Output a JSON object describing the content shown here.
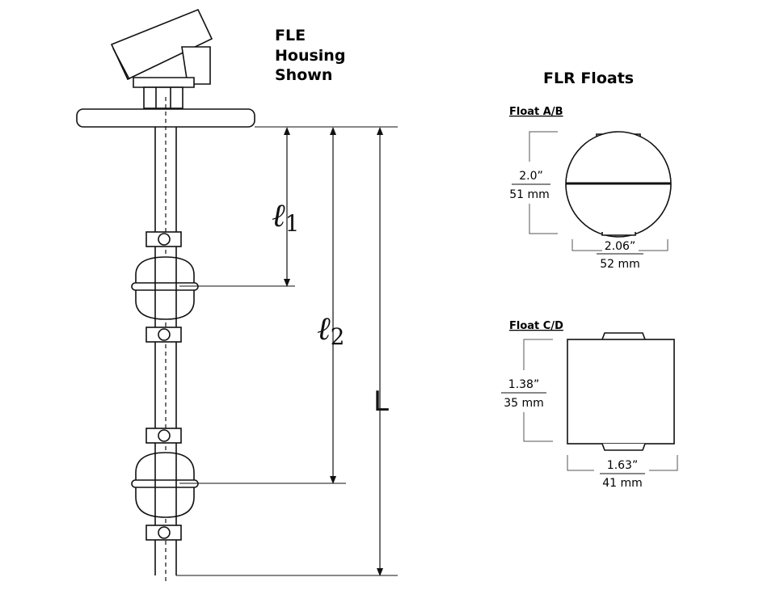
{
  "housing_label": {
    "line1": "FLE",
    "line2": "Housing",
    "line3": "Shown"
  },
  "floats_title": "FLR Floats",
  "dimensions": {
    "l1": {
      "symbol": "ℓ",
      "sub": "1"
    },
    "l2": {
      "symbol": "ℓ",
      "sub": "2"
    },
    "L": "L"
  },
  "float_ab": {
    "title": "Float A/B",
    "height_in": "2.0”",
    "height_mm": "51 mm",
    "width_in": "2.06”",
    "width_mm": "52 mm"
  },
  "float_cd": {
    "title": "Float C/D",
    "height_in": "1.38”",
    "height_mm": "35 mm",
    "width_in": "1.63”",
    "width_mm": "41 mm"
  }
}
